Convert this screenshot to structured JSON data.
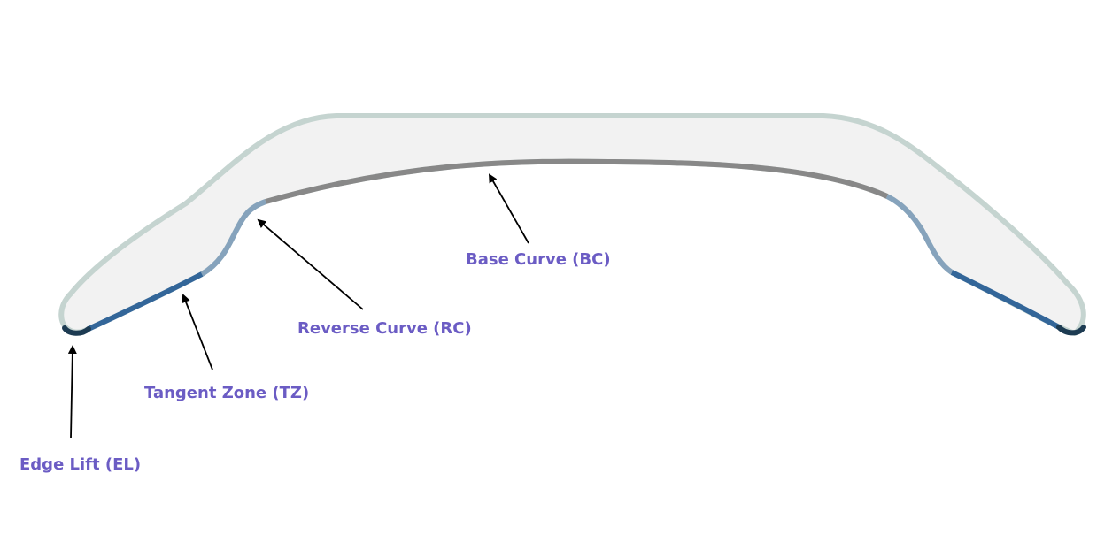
{
  "labels": {
    "base_curve": "Base Curve (BC)",
    "reverse_curve": "Reverse Curve (RC)",
    "tangent_zone": "Tangent Zone (TZ)",
    "edge_lift": "Edge Lift (EL)"
  },
  "colors": {
    "label_text": "#6b5cc4",
    "lens_fill": "#f2f2f2",
    "front_surface": "#c5d4d0",
    "base_curve": "#888888",
    "reverse_curve": "#86a3bc",
    "tangent_zone": "#336699",
    "edge_lift": "#1d3b52",
    "arrow": "#000000"
  }
}
